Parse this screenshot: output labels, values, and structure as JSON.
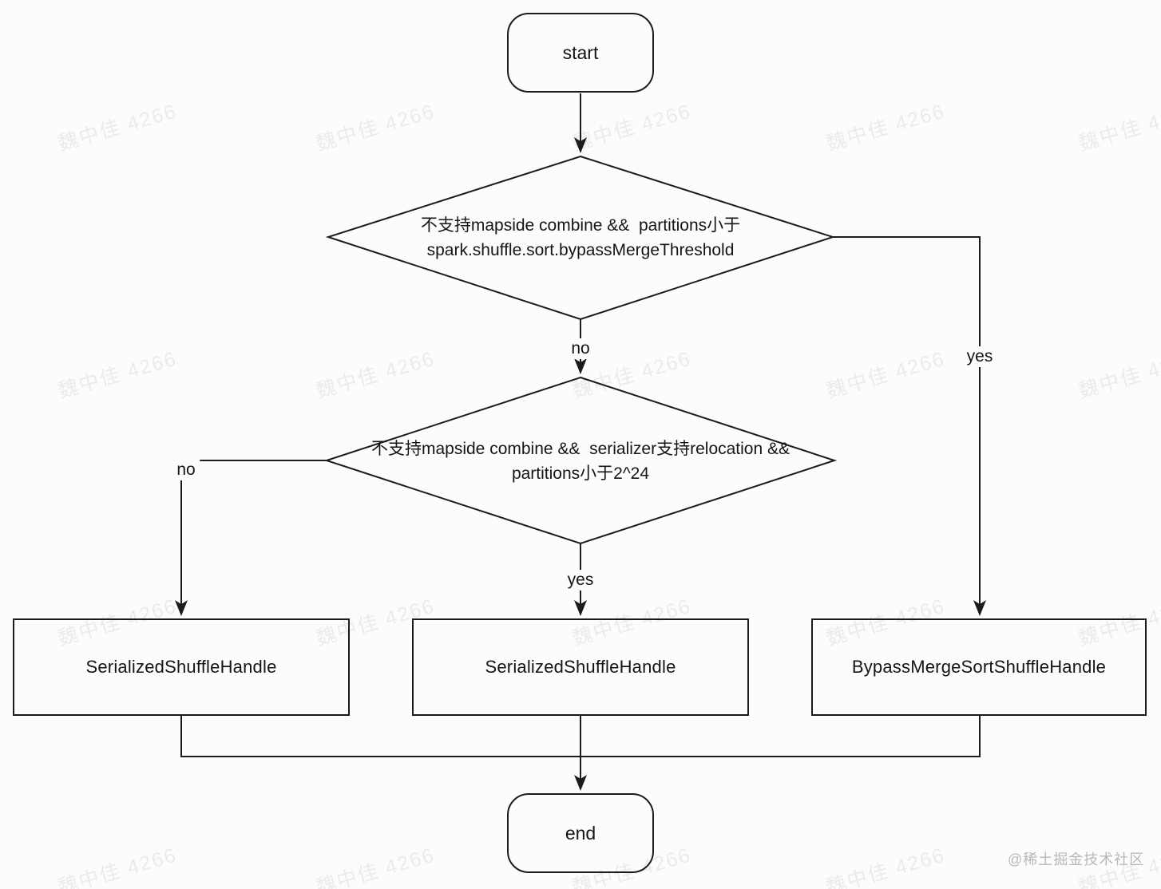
{
  "diagram": {
    "start_label": "start",
    "end_label": "end",
    "decision1": {
      "line1": "不支持mapside combine &&  partitions小于",
      "line2": "spark.shuffle.sort.bypassMergeThreshold"
    },
    "decision2": {
      "line1": "不支持mapside combine &&  serializer支持relocation &&",
      "line2": "partitions小于2^24"
    },
    "result_left": "SerializedShuffleHandle",
    "result_middle": "SerializedShuffleHandle",
    "result_right": "BypassMergeSortShuffleHandle",
    "edge_labels": {
      "decision1_no": "no",
      "decision1_yes": "yes",
      "decision2_no": "no",
      "decision2_yes": "yes"
    }
  },
  "watermark": {
    "text": "魏中佳 4266"
  },
  "footer": {
    "credit": "@稀土掘金技术社区"
  },
  "colors": {
    "background": "#fcfcfd",
    "line": "#1b1b1b",
    "watermark": "#ebebee",
    "credit_text": "#b8b8bc"
  }
}
